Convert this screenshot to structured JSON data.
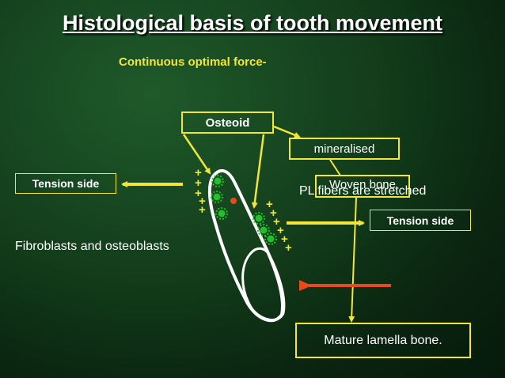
{
  "title": "Histological basis of tooth movement",
  "subtitle": "Continuous optimal force-",
  "labels": {
    "osteoid": "Osteoid",
    "mineralised": "mineralised",
    "woven_bone": "Woven bone",
    "pl_fibers": "PL fibers are stretched",
    "tension_left": "Tension side",
    "tension_right": "Tension side",
    "fibroblasts": "Fibroblasts and osteoblasts",
    "mature_bone": "Mature lamella bone."
  },
  "colors": {
    "accent_yellow": "#f2e63a",
    "force_arrow": "#e84a1a",
    "osteoblast_green": "#22c02a",
    "background": "#133d1b"
  }
}
